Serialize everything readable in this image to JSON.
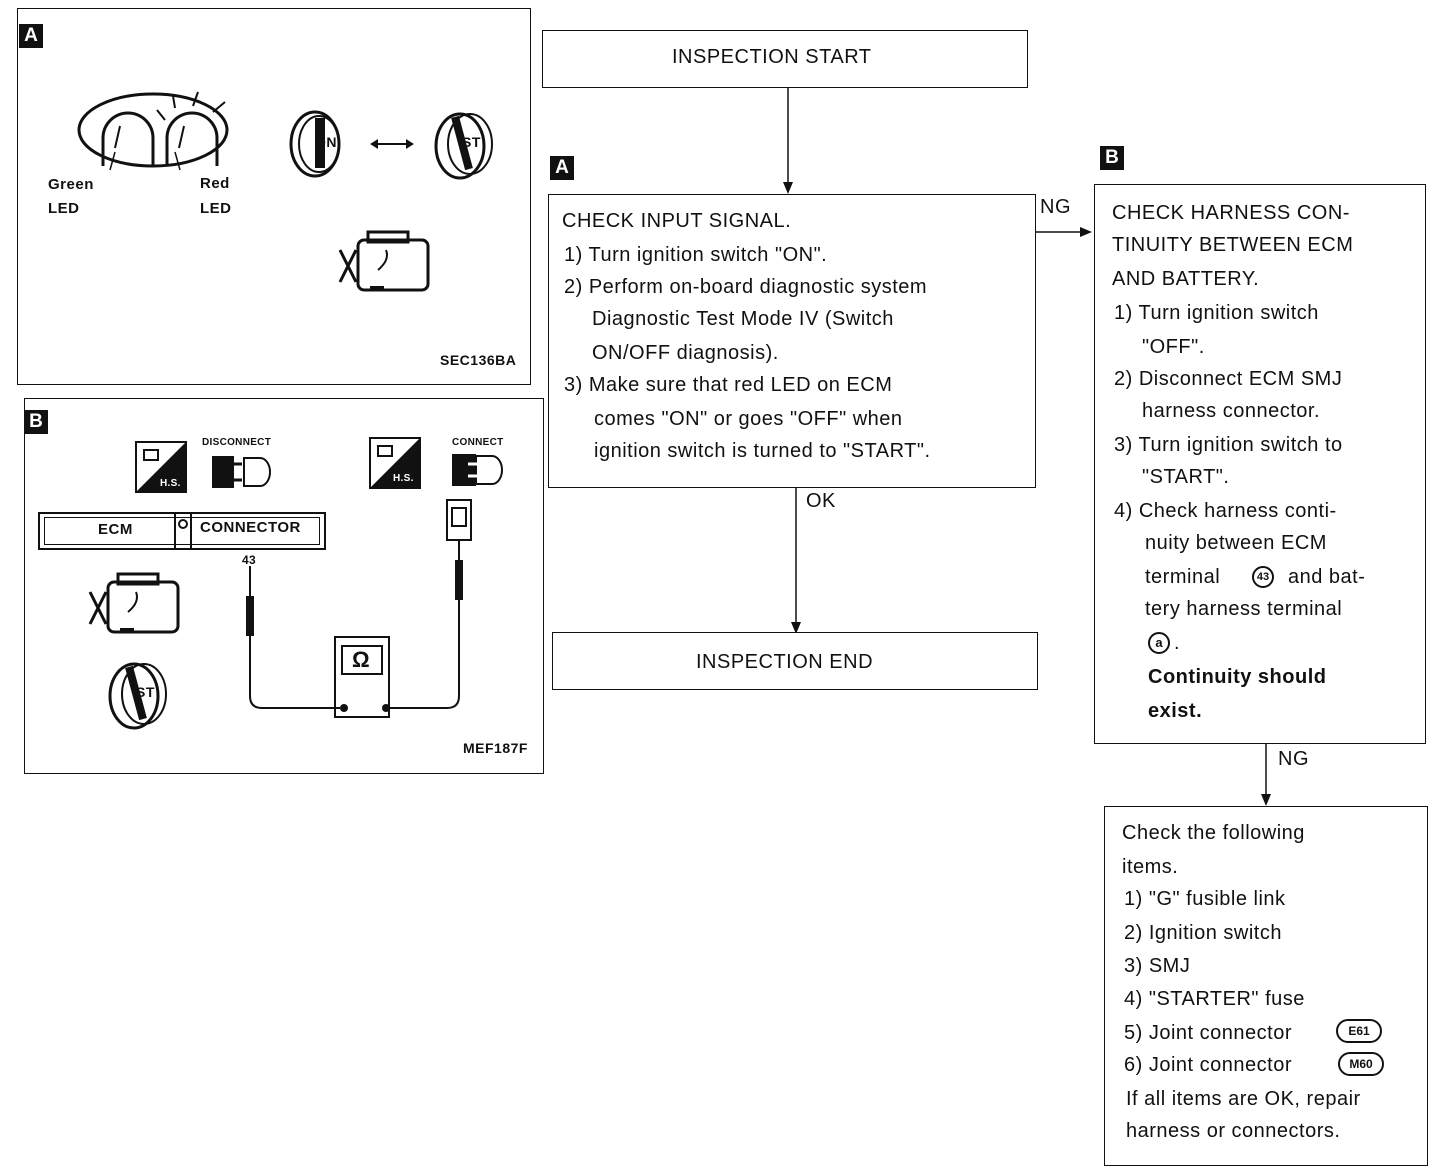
{
  "panel_a": {
    "tag": "A",
    "green_led_line1": "Green",
    "green_led_line2": "LED",
    "red_led_line1": "Red",
    "red_led_line2": "LED",
    "key_on": "ON",
    "key_st": "ST",
    "code": "SEC136BA"
  },
  "panel_b": {
    "tag": "B",
    "disconnect_label": "DISCONNECT",
    "connect_label": "CONNECT",
    "hs_label": "H.S.",
    "ecm_label": "ECM",
    "connector_label": "CONNECTOR",
    "terminal_number": "43",
    "ohm_symbol": "Ω",
    "key_st": "ST",
    "code": "MEF187F"
  },
  "flow": {
    "start": "INSPECTION START",
    "end": "INSPECTION END",
    "ok_label": "OK",
    "ng_label_1": "NG",
    "ng_label_2": "NG",
    "tag_a": "A",
    "tag_b": "B",
    "check_input": [
      "CHECK INPUT SIGNAL.",
      "1) Turn ignition switch \"ON\".",
      "2) Perform on-board diagnostic system",
      "Diagnostic Test Mode IV (Switch",
      "ON/OFF diagnosis).",
      "3) Make sure that red LED on ECM",
      "comes \"ON\" or goes \"OFF\" when",
      "ignition switch is turned to \"START\"."
    ],
    "check_harness": [
      "CHECK HARNESS CON-",
      "TINUITY BETWEEN ECM",
      "AND BATTERY.",
      "1) Turn ignition switch",
      "\"OFF\".",
      "2) Disconnect ECM SMJ",
      "harness connector.",
      "3) Turn ignition switch to",
      "\"START\".",
      "4) Check harness conti-",
      "nuity between ECM",
      "terminal",
      "and bat-",
      "tery harness terminal",
      ".",
      "Continuity should",
      "exist."
    ],
    "terminal_43": "43",
    "terminal_a": "a",
    "check_following": [
      "Check the following",
      "items.",
      "1) \"G\" fusible link",
      "2) Ignition switch",
      "3) SMJ",
      "4) \"STARTER\" fuse",
      "5) Joint connector",
      "6) Joint connector",
      "If all items are OK, repair",
      "harness or connectors."
    ],
    "connector_e61": "E61",
    "connector_m60": "M60"
  }
}
